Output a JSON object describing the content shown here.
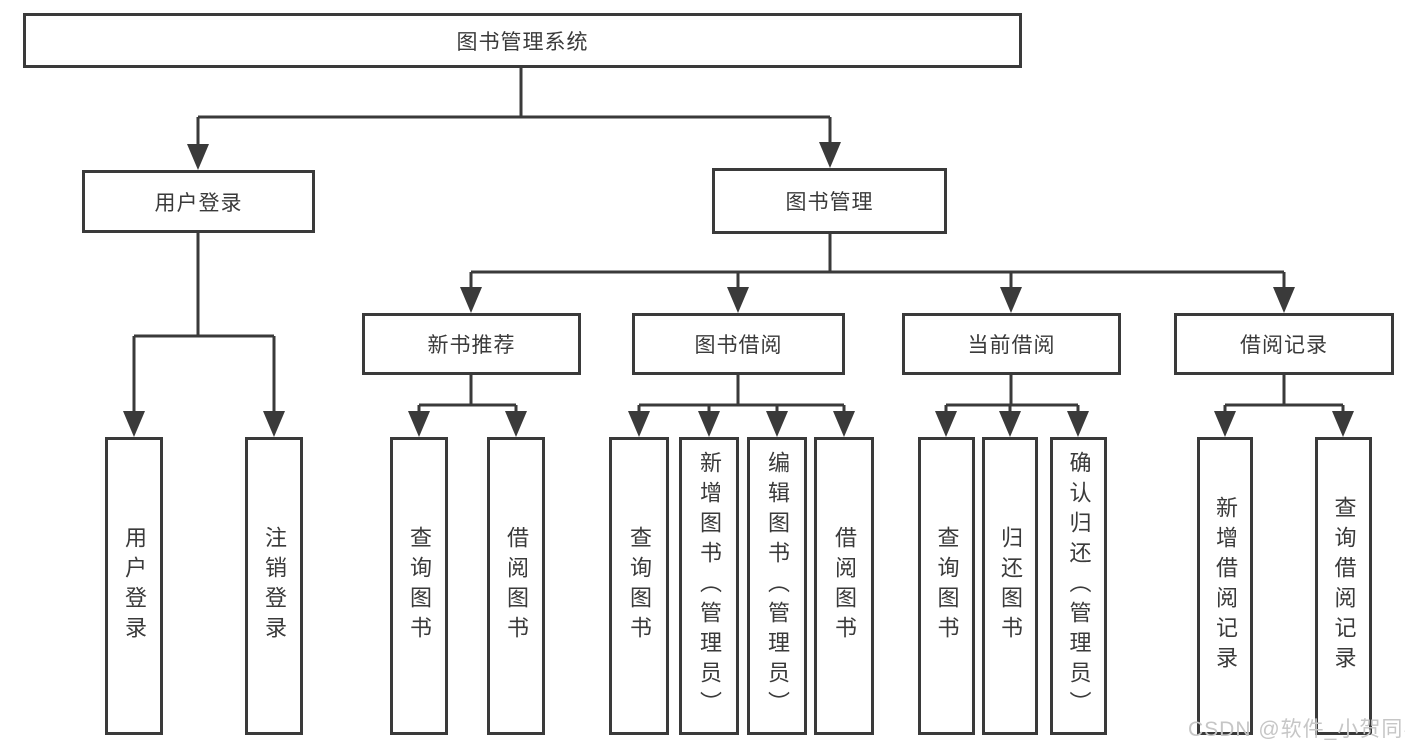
{
  "diagram": {
    "root": "图书管理系统",
    "branches": [
      {
        "label": "用户登录",
        "leaves": [
          "用户登录",
          "注销登录"
        ]
      },
      {
        "label": "图书管理",
        "groups": [
          {
            "label": "新书推荐",
            "leaves": [
              "查询图书",
              "借阅图书"
            ]
          },
          {
            "label": "图书借阅",
            "leaves": [
              "查询图书",
              "新增图书（管理员）",
              "编辑图书（管理员）",
              "借阅图书"
            ]
          },
          {
            "label": "当前借阅",
            "leaves": [
              "查询图书",
              "归还图书",
              "确认归还（管理员）"
            ]
          },
          {
            "label": "借阅记录",
            "leaves": [
              "新增借阅记录",
              "查询借阅记录"
            ]
          }
        ]
      }
    ]
  },
  "watermark": {
    "text": "CSDN @软件_小贺同学"
  },
  "colors": {
    "line": "#3a3a3a",
    "text": "#3a3a3a",
    "background": "#ffffff",
    "watermark": "#c6c6c6"
  }
}
